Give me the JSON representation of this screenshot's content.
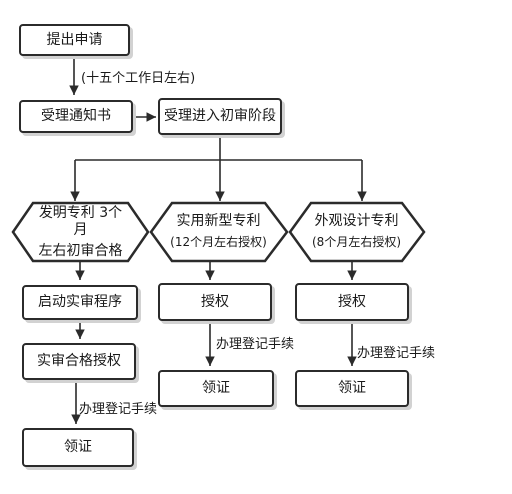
{
  "nodes": {
    "apply": "提出申请",
    "notice": "受理通知书",
    "prelim": "受理进入初审阶段",
    "invention": {
      "line1": "发明专利 3个月",
      "line2": "左右初审合格"
    },
    "utility": {
      "line1": "实用新型专利",
      "line2": "(12个月左右授权)"
    },
    "design": {
      "line1": "外观设计专利",
      "line2": "(8个月左右授权)"
    },
    "substantive": "启动实审程序",
    "substantive_pass": "实审合格授权",
    "grant_utility": "授权",
    "grant_design": "授权",
    "cert_invention": "领证",
    "cert_utility": "领证",
    "cert_design": "领证"
  },
  "notes": {
    "days": "(十五个工作日左右)",
    "proc_invention": "办理登记手续",
    "proc_utility": "办理登记手续",
    "proc_design": "办理登记手续"
  },
  "colors": {
    "line": "#2b2b2b",
    "shadow": "#d2d2d2"
  }
}
